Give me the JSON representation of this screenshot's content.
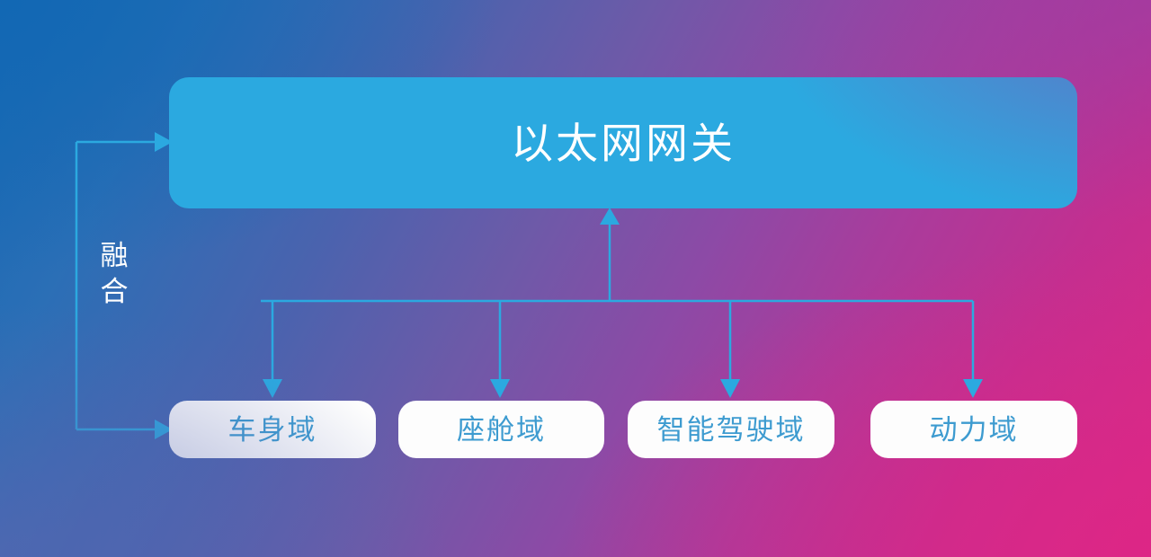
{
  "diagram": {
    "title": "以太网网关",
    "gateway": {
      "label": "以太网网关",
      "color": "#2ba9e0",
      "text_color": "#ffffff"
    },
    "fusion": {
      "label": "融\n合",
      "text_color": "#ffffff"
    },
    "domains": [
      {
        "label": "车身域",
        "text_color": "#3d9bd0",
        "box_color": "#fdfdfd"
      },
      {
        "label": "座舱域",
        "text_color": "#3d9bd0",
        "box_color": "#fdfdfd"
      },
      {
        "label": "智能驾驶域",
        "text_color": "#3d9bd0",
        "box_color": "#fdfdfd"
      },
      {
        "label": "动力域",
        "text_color": "#3d9bd0",
        "box_color": "#fdfdfd"
      }
    ],
    "connector_color": "#2ba9e0",
    "background": {
      "top_left": "#1668b3",
      "top_right": "#9440a8",
      "bottom_left": "#5666b0",
      "bottom_right": "#d92b86"
    }
  }
}
